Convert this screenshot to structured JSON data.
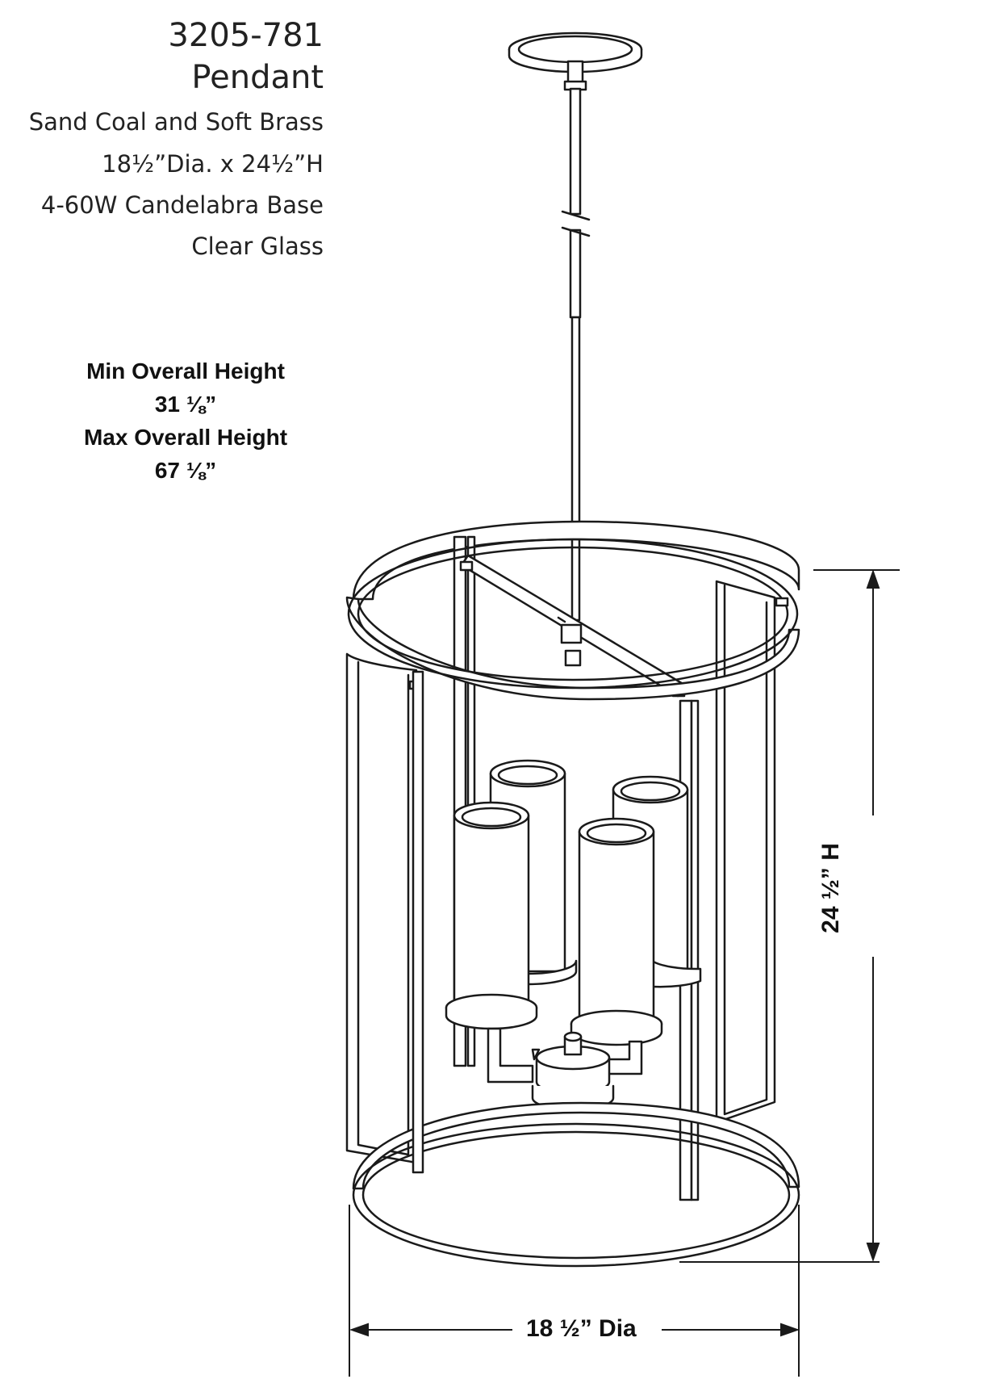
{
  "spec": {
    "model": "3205-781",
    "type": "Pendant",
    "finish": "Sand Coal and Soft Brass",
    "dimensions": "18½”Dia. x 24½”H",
    "lamping": "4-60W Candelabra Base",
    "glass": "Clear Glass"
  },
  "heights": {
    "min_label": "Min Overall Height",
    "min_value": "31 ⅛”",
    "max_label": "Max Overall Height",
    "max_value": "67 ⅛”"
  },
  "dimensions": {
    "height": "24 ½” H",
    "diameter": "18 ½” Dia"
  },
  "colors": {
    "line": "#1a1a1a",
    "text": "#111111"
  }
}
